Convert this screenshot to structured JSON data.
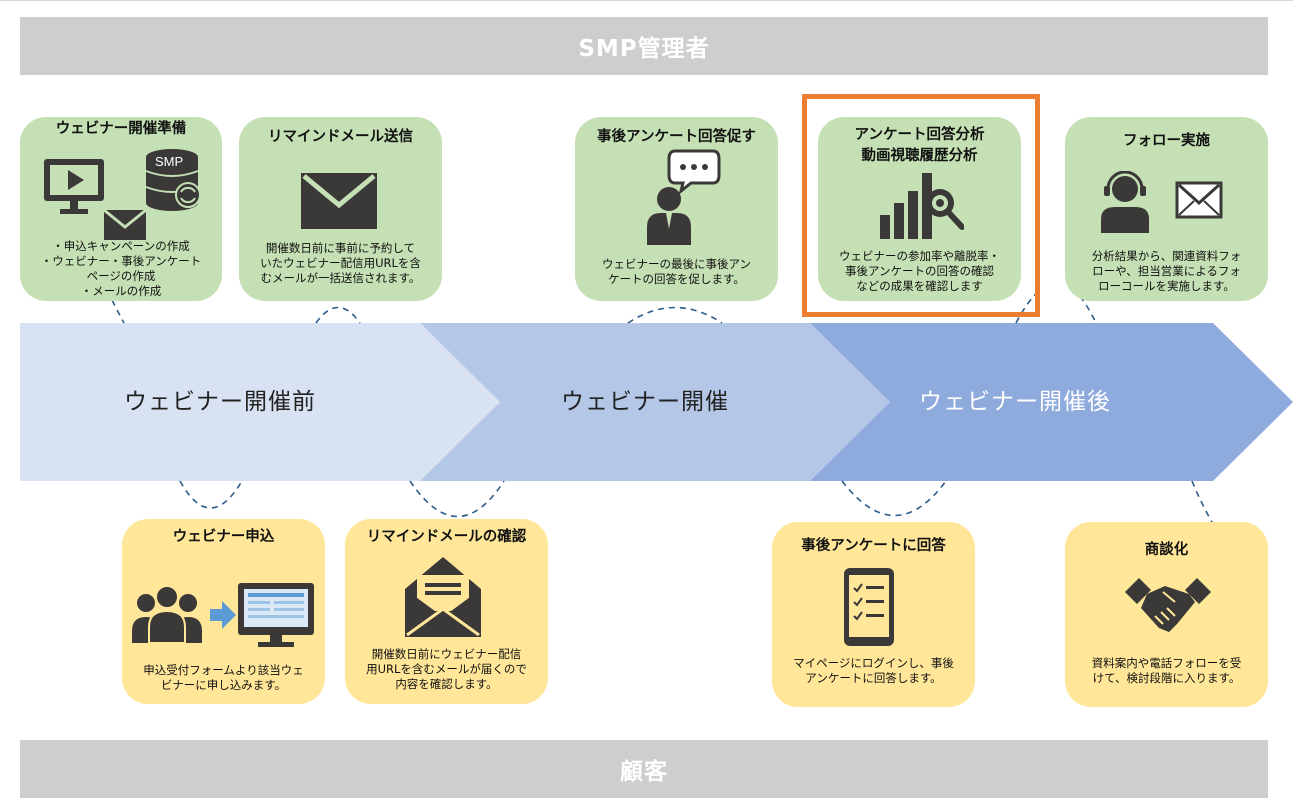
{
  "header": {
    "title": "SMP管理者"
  },
  "footer": {
    "title": "顧客"
  },
  "phases": [
    {
      "label": "ウェビナー開催前",
      "color": "#d9e2f3",
      "text_color": "#333333"
    },
    {
      "label": "ウェビナー開催",
      "color": "#b4c7e7",
      "text_color": "#333333"
    },
    {
      "label": "ウェビナー開催後",
      "color": "#8faadc",
      "text_color": "#ffffff"
    }
  ],
  "admin_steps": [
    {
      "title": "ウェビナー開催準備",
      "icon": "monitor-mail-database-icon",
      "icon_label": "SMP",
      "lines": [
        "・申込キャンペーンの作成",
        "・ウェビナー・事後アンケート",
        "ページの作成",
        "・メールの作成"
      ]
    },
    {
      "title": "リマインドメール送信",
      "icon": "envelope-icon",
      "lines": [
        "開催数日前に事前に予約して",
        "いたウェビナー配信用URLを含",
        "むメールが一括送信されます。"
      ]
    },
    {
      "title": "事後アンケート回答促す",
      "icon": "person-speech-bubble-icon",
      "lines": [
        "ウェビナーの最後に事後アン",
        "ケートの回答を促します。"
      ]
    },
    {
      "title": "アンケート回答分析",
      "title2": "動画視聴履歴分析",
      "icon": "bar-chart-magnifier-icon",
      "lines": [
        "ウェビナーの参加率や離脱率・",
        "事後アンケートの回答の確認",
        "などの成果を確認します"
      ]
    },
    {
      "title": "フォロー実施",
      "icon": "headset-operator-mail-icon",
      "lines": [
        "分析結果から、関連資料フォ",
        "ローや、担当営業によるフォ",
        "ローコールを実施します。"
      ]
    }
  ],
  "customer_steps": [
    {
      "title": "ウェビナー申込",
      "icon": "group-monitor-icon",
      "lines": [
        "申込受付フォームより該当ウェ",
        "ビナーに申し込みます。"
      ]
    },
    {
      "title": "リマインドメールの確認",
      "icon": "open-envelope-icon",
      "lines": [
        "開催数日前にウェビナー配信",
        "用URLを含むメールが届くので",
        "内容を確認します。"
      ]
    },
    {
      "title": "事後アンケートに回答",
      "icon": "smartphone-checklist-icon",
      "lines": [
        "マイページにログインし、事後",
        "アンケートに回答します。"
      ]
    },
    {
      "title": "商談化",
      "icon": "handshake-icon",
      "lines": [
        "資料案内や電話フォローを受",
        "けて、検討段階に入ります。"
      ]
    }
  ],
  "colors": {
    "banner": "#cfcdcd",
    "admin_card": "#c5e0b4",
    "customer_card": "#ffe699",
    "highlight_border": "#ed7d31",
    "icon": "#3b3838",
    "connector": "#2e5c8a"
  }
}
